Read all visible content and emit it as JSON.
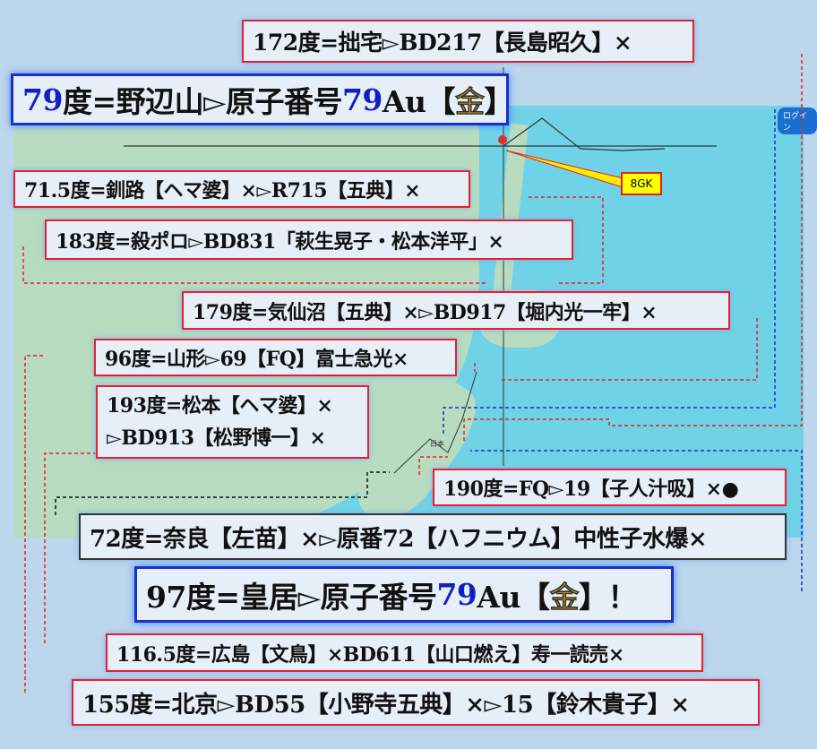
{
  "map": {
    "login_label": "ログイン",
    "marker_tag": "8GK",
    "japan_label": "日本"
  },
  "annotations": {
    "a172": "172度=拙宅▻BD217【長島昭久】×",
    "a79": {
      "num": "79",
      "mid": "度=野辺山▻原子番号",
      "num2": "79",
      "au": "Au【",
      "gold": "金",
      "end": "】"
    },
    "a71": "71.5度=釧路【ヘマ婆】×▻R715【五典】×",
    "a183": "183度=殺ポロ▻BD831「萩生晃子・松本洋平」×",
    "a179": "179度=気仙沼【五典】×▻BD917【堀内光一牢】×",
    "a96": "96度=山形▻69【FQ】富士急光×",
    "a193_1": "193度=松本【ヘマ婆】×",
    "a193_2": "▻BD913【松野博一】×",
    "a190": "190度=FQ▻19【子人汁吸】×●",
    "a72": "72度=奈良【左苗】×▻原番72【ハフニウム】中性子水爆×",
    "a97": {
      "pre": "97度=皇居▻原子番号",
      "num": "79",
      "au": "Au【",
      "gold": "金",
      "end": "】！"
    },
    "a116": "116.5度=広島【文鳥】×BD611【山口燃え】寿一読売×",
    "a155": "155度=北京▻BD55【小野寺五典】×▻15【鈴木貴子】×"
  },
  "colors": {
    "red": "#e8202a",
    "blue": "#1a2fc8",
    "sea": "#70d2e6",
    "land": "#b7dcc0"
  }
}
